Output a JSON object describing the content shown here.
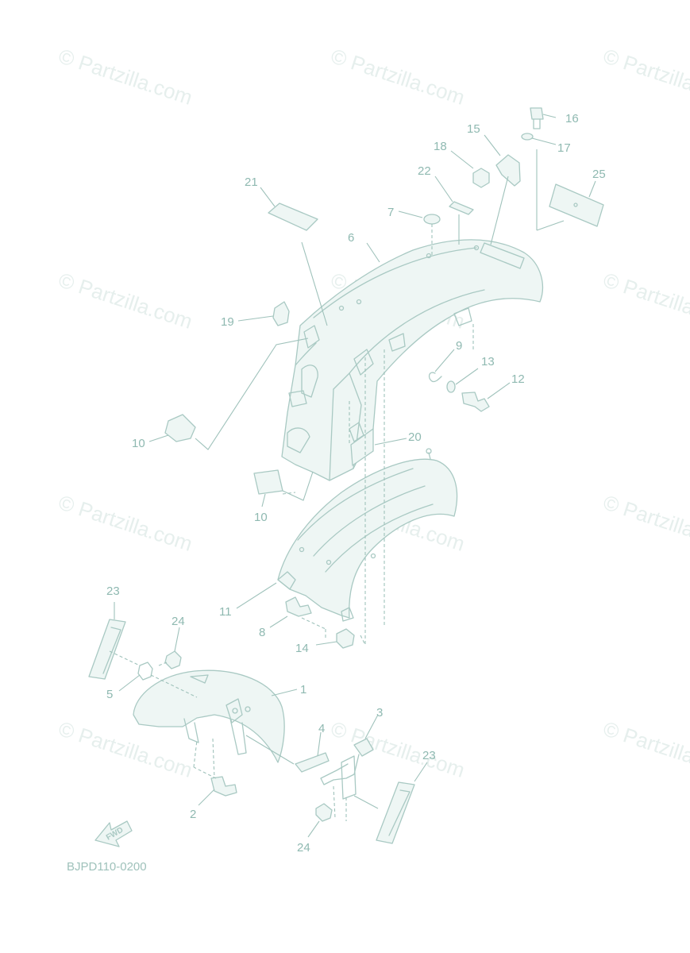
{
  "watermark": "© Partzilla.com",
  "diagram_code": "BJPD110-0200",
  "fwd_label": "FWD",
  "callouts": {
    "c1": "1",
    "c2": "2",
    "c3": "3",
    "c4": "4",
    "c5": "5",
    "c6": "6",
    "c7": "7",
    "c8": "8",
    "c9": "9",
    "c10a": "10",
    "c10b": "10",
    "c11": "11",
    "c12": "12",
    "c13": "13",
    "c14": "14",
    "c15": "15",
    "c16": "16",
    "c17": "17",
    "c18": "18",
    "c19": "19",
    "c20": "20",
    "c21": "21",
    "c22": "22",
    "c23a": "23",
    "c23b": "23",
    "c24a": "24",
    "c24b": "24",
    "c25": "25"
  },
  "colors": {
    "line": "#a9c9c3",
    "text": "#8fb9b1",
    "watermark": "#e6efed"
  }
}
